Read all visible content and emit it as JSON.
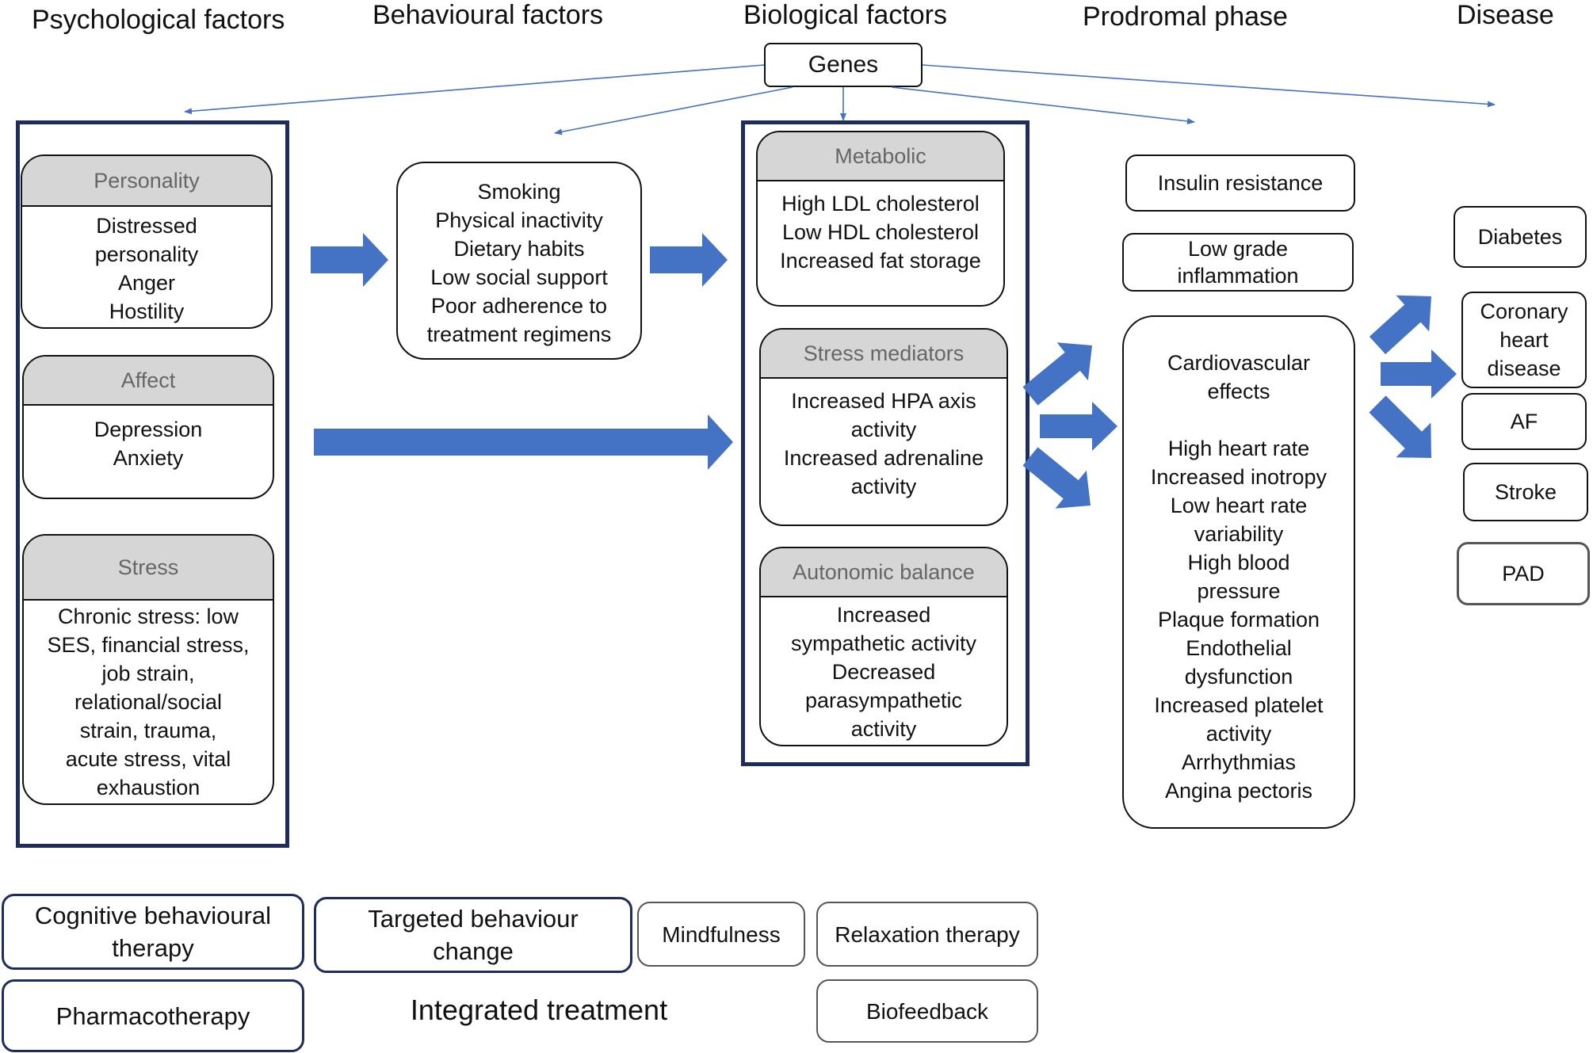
{
  "columns": {
    "psychological": "Psychological factors",
    "behavioural": "Behavioural factors",
    "biological": "Biological factors",
    "prodromal": "Prodromal phase",
    "disease": "Disease"
  },
  "genes": "Genes",
  "psychological": {
    "personality": {
      "title": "Personality",
      "lines": [
        "Distressed",
        "personality",
        "Anger",
        "Hostility"
      ]
    },
    "affect": {
      "title": "Affect",
      "lines": [
        "Depression",
        "Anxiety"
      ]
    },
    "stress": {
      "title": "Stress",
      "lines": [
        "Chronic stress: low",
        "SES, financial stress,",
        "job strain,",
        "relational/social",
        "strain, trauma,",
        "acute stress, vital",
        "exhaustion"
      ]
    }
  },
  "behavioural": {
    "lines": [
      "Smoking",
      "Physical inactivity",
      "Dietary habits",
      "Low social support",
      "Poor adherence to",
      "treatment regimens"
    ]
  },
  "biological": {
    "metabolic": {
      "title": "Metabolic",
      "lines": [
        "High LDL cholesterol",
        "Low HDL cholesterol",
        "Increased fat storage"
      ]
    },
    "stress_mediators": {
      "title": "Stress mediators",
      "lines": [
        "Increased HPA axis",
        "activity",
        "Increased adrenaline",
        "activity"
      ]
    },
    "autonomic": {
      "title": "Autonomic balance",
      "lines": [
        "Increased",
        "sympathetic activity",
        "Decreased",
        "parasympathetic",
        "activity"
      ]
    }
  },
  "prodromal": {
    "insulin": "Insulin resistance",
    "inflammation": [
      "Low grade",
      "inflammation"
    ],
    "cardio": [
      "Cardiovascular",
      "effects",
      "",
      "High heart rate",
      "Increased inotropy",
      "Low heart rate",
      "variability",
      "High blood",
      "pressure",
      "Plaque formation",
      "Endothelial",
      "dysfunction",
      "Increased platelet",
      "activity",
      "Arrhythmias",
      "Angina pectoris"
    ]
  },
  "disease": {
    "diabetes": "Diabetes",
    "chd": [
      "Coronary",
      "heart",
      "disease"
    ],
    "af": "AF",
    "stroke": "Stroke",
    "pad": "PAD"
  },
  "treatment": {
    "cbt": [
      "Cognitive behavioural",
      "therapy"
    ],
    "targeted": [
      "Targeted behaviour",
      "change"
    ],
    "mindfulness": "Mindfulness",
    "relaxation": "Relaxation therapy",
    "pharmaco": "Pharmacotherapy",
    "integrated": "Integrated treatment",
    "biofeedback": "Biofeedback"
  },
  "colors": {
    "arrow": "#4472c4",
    "frame": "#1f2d5c",
    "header_fill": "#d6d6d6",
    "header_text": "#666666"
  }
}
